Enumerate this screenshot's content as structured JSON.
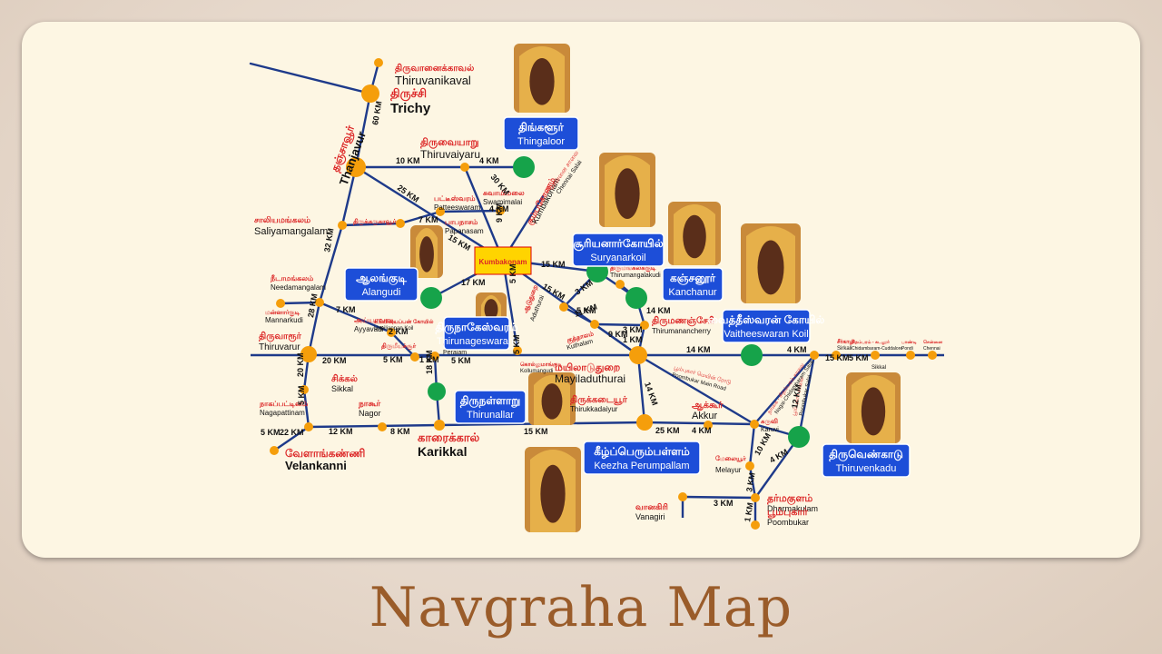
{
  "caption": "Navgraha Map",
  "colors": {
    "road": "#1e3a8a",
    "node": "#f59e0b",
    "temple": "#16a34a",
    "tamil": "#dc2626",
    "label": "#111111",
    "box": "#1d4ed8",
    "highlight": "#ffd400"
  },
  "nodes": [
    {
      "name": "node-thiruvanaikaval",
      "ta": "திருவானைக்காவல்",
      "en": "Thiruvanikaval"
    },
    {
      "name": "node-trichy",
      "ta": "திருச்சி",
      "en": "Trichy"
    },
    {
      "name": "node-thanjavur",
      "ta": "தஞ்சாவூர்",
      "en": "Thanjavur"
    },
    {
      "name": "node-thiruvaiyaru",
      "ta": "திருவையாறு",
      "en": "Thiruvaiyaru"
    },
    {
      "name": "node-patteeswaram",
      "ta": "பட்டீஸ்வரம்",
      "en": "Patteeswaram"
    },
    {
      "name": "node-swamimalai",
      "ta": "சுவாமிமலை",
      "en": "Swamimalai"
    },
    {
      "name": "node-papanasam",
      "ta": "பாபநாசம்",
      "en": "Papanasam"
    },
    {
      "name": "node-thirukarukavur",
      "ta": "திருக்கருகாவூர்",
      "en": ""
    },
    {
      "name": "node-saliyamangalam",
      "ta": "சாலியமங்கலம்",
      "en": "Saliyamangalam"
    },
    {
      "name": "node-needamangalam",
      "ta": "நீடாமங்கலம்",
      "en": "Needamangalam"
    },
    {
      "name": "node-mannarkudi",
      "ta": "மன்னார்குடி",
      "en": "Mannarkudi"
    },
    {
      "name": "node-ayyavadi",
      "ta": "அய்யாவாடி",
      "en": "Ayyavadi"
    },
    {
      "name": "node-uppiliappan",
      "ta": "உப்பிலியப்பன் கோயில்",
      "en": "Uppiliappan Koil"
    },
    {
      "name": "node-peralam",
      "ta": "பேரளம்",
      "en": "Peralam"
    },
    {
      "name": "node-thiruvarur",
      "ta": "திருவாரூர்",
      "en": "Thiruvarur"
    },
    {
      "name": "node-thirumeeyachur",
      "ta": "திருமீயச்சூர்",
      "en": ""
    },
    {
      "name": "node-sikkal",
      "ta": "சிக்கல்",
      "en": "Sikkal"
    },
    {
      "name": "node-nagapattinam",
      "ta": "நாகப்பட்டினம்",
      "en": "Nagapattinam"
    },
    {
      "name": "node-nagor",
      "ta": "நாகூர்",
      "en": "Nagor"
    },
    {
      "name": "node-velankanni",
      "ta": "வேளாங்கண்ணி",
      "en": "Velankanni"
    },
    {
      "name": "node-karaikal",
      "ta": "காரைக்கால்",
      "en": "Karikkal"
    },
    {
      "name": "node-kollumangudi",
      "ta": "கொல்லுமாங்குடி",
      "en": "Kollumangudi"
    },
    {
      "name": "node-kumbakonam",
      "ta": "கும்பகோணம்",
      "en": "Kumbakonam"
    },
    {
      "name": "node-aduthurai",
      "ta": "ஆடுதுறை",
      "en": "Aduthurai"
    },
    {
      "name": "node-kuthalam",
      "ta": "குத்தாலம்",
      "en": "Kuthalam"
    },
    {
      "name": "node-thirumangalakudi",
      "ta": "திருமங்கலக்குடி",
      "en": "Thirumangalakudi"
    },
    {
      "name": "node-thirumanancheri",
      "ta": "திருமணஞ்சேரி",
      "en": "Thirumanancherry"
    },
    {
      "name": "node-mayiladuthurai",
      "ta": "மயிலாடுதுறை",
      "en": "Mayiladuthurai"
    },
    {
      "name": "node-thirukkadaiyur",
      "ta": "திருக்கடையூர்",
      "en": "Thirukkadaiyur"
    },
    {
      "name": "node-akkur",
      "ta": "ஆக்கூர்",
      "en": "Akkur"
    },
    {
      "name": "node-karuvi",
      "ta": "கருவி",
      "en": "Karuvi"
    },
    {
      "name": "node-melayur",
      "ta": "மேலையூர்",
      "en": "Melayur"
    },
    {
      "name": "node-dharmakulam",
      "ta": "தர்மகுளம்",
      "en": "Dharmakulam"
    },
    {
      "name": "node-poombukar",
      "ta": "பூம்புகார்",
      "en": "Poombukar"
    },
    {
      "name": "node-vanagiri",
      "ta": "வானகிரி",
      "en": "Vanagiri"
    },
    {
      "name": "node-sirkali",
      "ta": "சீர்காழி",
      "en": "Sirkali"
    },
    {
      "name": "node-chidambaram",
      "ta": "சிதம்பரம் - கடலூர்",
      "en": "Chidambaram-Cuddalore"
    },
    {
      "name": "node-pondi",
      "ta": "பாண்டி",
      "en": "Pondi"
    },
    {
      "name": "node-chennai",
      "ta": "சென்னை",
      "en": "Chennai"
    },
    {
      "name": "node-sikkal-far",
      "ta": "",
      "en": "Sikkal"
    }
  ],
  "road_labels": [
    {
      "name": "road-label-poombukar-salai",
      "ta": "பூம்புகார் சாலை",
      "en": "Poombukar Salai"
    },
    {
      "name": "road-label-nagai-salai",
      "ta": "நாகை - சிதம்பரம் சாலை",
      "en": "Nagai-Chidambaram Salai"
    },
    {
      "name": "road-label-poombukar-main",
      "ta": "பூம்புகார் மெயின் ரோடு",
      "en": "Poombukar Main Road"
    },
    {
      "name": "road-label-chennai-salai",
      "ta": "சென்னை சாலை",
      "en": "Chennai Salai"
    }
  ],
  "temples": [
    {
      "name": "temple-thingaloor",
      "ta": "திங்களூர்",
      "en": "Thingaloor"
    },
    {
      "name": "temple-suryanarkoil",
      "ta": "சூரியனார்கோயில்",
      "en": "Suryanarkoil"
    },
    {
      "name": "temple-kanchanur",
      "ta": "கஞ்சனூர்",
      "en": "Kanchanur"
    },
    {
      "name": "temple-alangudi",
      "ta": "ஆலங்குடி",
      "en": "Alangudi"
    },
    {
      "name": "temple-thirunageswaram",
      "ta": "திருநாகேஸ்வரம்",
      "en": "Thirunageswaram"
    },
    {
      "name": "temple-vaitheeswaran",
      "ta": "வைத்தீஸ்வரன் கோயில்",
      "en": "Vaitheeswaran Koil"
    },
    {
      "name": "temple-thirunallar",
      "ta": "திருநள்ளாறு",
      "en": "Thirunallar"
    },
    {
      "name": "temple-keezhaperumpallam",
      "ta": "கீழ்ப்பெரும்பள்ளம்",
      "en": "Keezha Perumpallam"
    },
    {
      "name": "temple-thiruvenkadu",
      "ta": "திருவெண்காடு",
      "en": "Thiruvenkadu"
    }
  ],
  "distances": [
    "60 KM",
    "10 KM",
    "4 KM",
    "25 KM",
    "30 KM",
    "4 KM",
    "7 KM",
    "15 KM",
    "9 KM",
    "32 KM",
    "17 KM",
    "5 KM",
    "15 KM",
    "15 KM",
    "3 KM",
    "5 KM",
    "14 KM",
    "7 KM",
    "28 KM",
    "2 KM",
    "5 KM",
    "20 KM",
    "1 KM",
    "18 KM",
    "5 KM",
    "5 KM",
    "20 KM",
    "5 KM",
    "5 KM",
    "11 KM",
    "9 KM",
    "3 KM",
    "14 KM",
    "4 KM",
    "14 KM",
    "15 KM",
    "5 KM",
    "22 KM",
    "12 KM",
    "8 KM",
    "15 KM",
    "25 KM",
    "4 KM",
    "12 KM",
    "10 KM",
    "4 KM",
    "3 KM",
    "3 KM",
    "1 KM",
    "1 KM"
  ]
}
